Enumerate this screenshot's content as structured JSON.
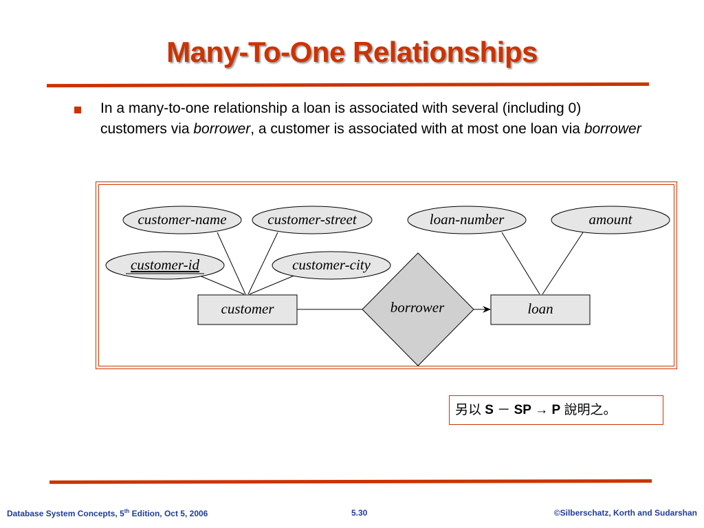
{
  "slide": {
    "title": "Many-To-One Relationships",
    "bullet": {
      "part1": "In a many-to-one relationship a loan is associated with several (including 0) customers via ",
      "em1": "borrower",
      "part2": ", a customer is associated with at most one loan via ",
      "em2": "borrower"
    }
  },
  "diagram": {
    "attributes": {
      "customer_name": "customer-name",
      "customer_street": "customer-street",
      "customer_id": "customer-id",
      "customer_city": "customer-city",
      "loan_number": "loan-number",
      "amount": "amount"
    },
    "entities": {
      "customer": "customer",
      "loan": "loan"
    },
    "relationship": "borrower"
  },
  "note": {
    "prefix": "另以",
    "s": "S",
    "dash": "－",
    "sp": "SP",
    "arrow": "→",
    "p": "P",
    "suffix": "說明之。"
  },
  "footer": {
    "left_prefix": "Database System Concepts, 5",
    "left_sup": "th",
    "left_suffix": " Edition, Oct 5,  2006",
    "center": "5.30",
    "right": "©Silberschatz, Korth and Sudarshan"
  },
  "colors": {
    "accent": "#cc3300",
    "footer_text": "#1f3c99",
    "shape_fill": "#e6e6e6",
    "diamond_fill": "#d0d0d0"
  }
}
